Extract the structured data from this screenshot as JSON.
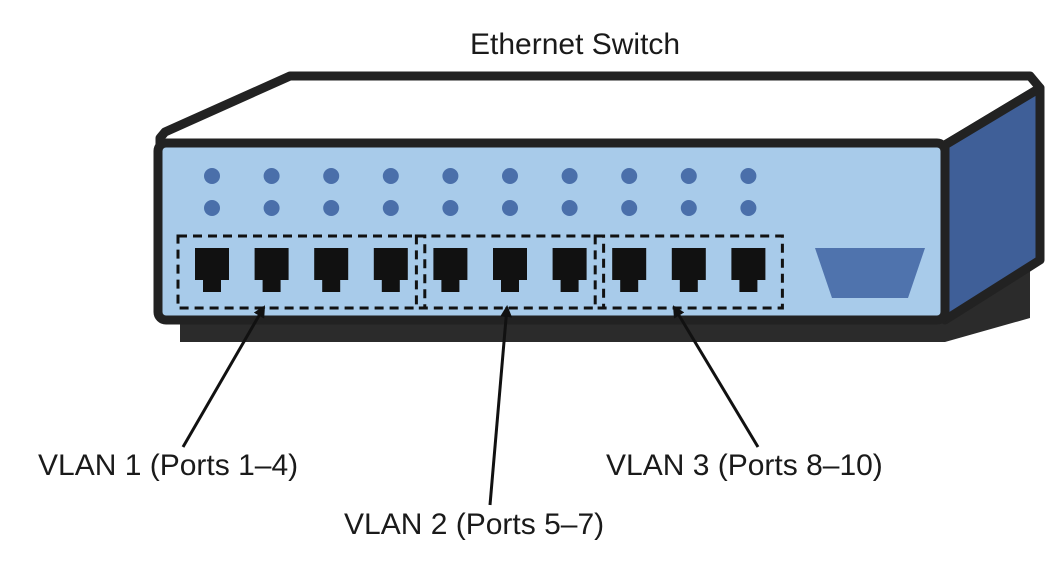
{
  "title": "Ethernet Switch",
  "switch": {
    "port_count": 10,
    "led_rows": 2,
    "colors": {
      "front": "#a8cbea",
      "side": "#3f5f98",
      "top": "#ffffff",
      "outline": "#222222",
      "led": "#4a6faa",
      "port": "#111111",
      "console": "#4f73ad"
    }
  },
  "vlans": [
    {
      "label": "VLAN 1 (Ports 1–4)",
      "ports": [
        1,
        4
      ]
    },
    {
      "label": "VLAN 2 (Ports 5–7)",
      "ports": [
        5,
        7
      ]
    },
    {
      "label": "VLAN 3 (Ports 8–10)",
      "ports": [
        8,
        10
      ]
    }
  ]
}
